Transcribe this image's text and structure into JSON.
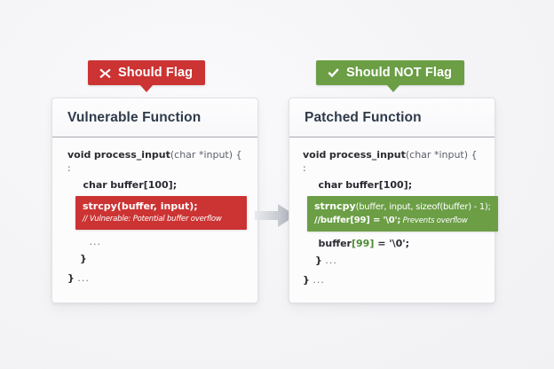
{
  "theme": {
    "background": "#f4f4f7",
    "danger": "#cc3333",
    "success": "#6b9e45",
    "title_color": "#2f3b4a",
    "code_color": "#2e2e33"
  },
  "badges": {
    "left": {
      "label": "Should Flag",
      "icon": "x-mark-icon",
      "color": "#cc3333"
    },
    "right": {
      "label": "Should NOT Flag",
      "icon": "check-mark-icon",
      "color": "#6b9e45"
    }
  },
  "arrow": {
    "icon": "right-arrow-icon",
    "color": "#b8bcc4"
  },
  "panels": {
    "vulnerable": {
      "title": "Vulnerable Function",
      "code": {
        "signature_kw": "void",
        "signature_fn": "process_input",
        "signature_args": "(char *input) {",
        "colon": ":",
        "declaration_kw": "char",
        "declaration_rest": "buffer[100];",
        "highlight": {
          "call": "strcpy",
          "args": "(buffer, input);",
          "comment": "// Vulnerable: Potential buffer overflow"
        },
        "ellipsis_inner": "...",
        "close_inner": "}",
        "close_outer": "}",
        "close_outer_ellipsis": "..."
      }
    },
    "patched": {
      "title": "Patched Function",
      "code": {
        "signature_kw": "void",
        "signature_fn": "process_input",
        "signature_args": "(char *input) {",
        "colon": ":",
        "declaration_kw": "char",
        "declaration_rest": "buffer[100];",
        "highlight": {
          "call": "strncpy",
          "args": "(buffer, input, sizeof(buffer) - 1);",
          "comment_prefix": "//",
          "comment_bold": "buffer[99]",
          "comment_mid": " = '\\0';",
          "comment_tail": " Prevents overflow"
        },
        "terminate_var": "buffer",
        "terminate_index": "[99]",
        "terminate_rest": " = '\\0';",
        "close_inner": "}",
        "close_inner_ellipsis": "...",
        "close_outer": "}",
        "close_outer_ellipsis": "..."
      }
    }
  }
}
